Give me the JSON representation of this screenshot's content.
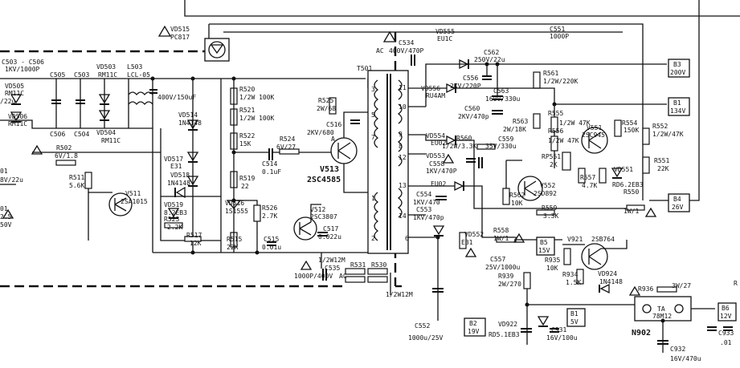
{
  "labels": {
    "c503": "C503 - C506",
    "c503v": "1KV/1000P",
    "vd505": "VD505",
    "rm11c_a": "RM11C",
    "vd506": "VD506",
    "rm11c_b": "RM11C",
    "c505": "C505",
    "c503b": "C503",
    "vd503": "VD503",
    "rm11c_c": "RM11C",
    "l503": "L503",
    "lcl05": "LCL-05",
    "c506": "C506",
    "c504": "C504",
    "vd504": "VD504",
    "rm11c_d": "RM11C",
    "cap400": "400V/150uF",
    "u22": "/22u",
    "r502": "R502",
    "r502v": "6V/1.8",
    "vd515": "VD515",
    "pc817": "PC817",
    "vd514": "VD514",
    "vd514v": "1N4148",
    "vd517": "VD517",
    "vd517v": "E31",
    "vd518": "VD518",
    "vd518v": "1N4148",
    "vd519": "VD519",
    "vd519v": "8.2EB3",
    "r523": "R523",
    "r523v": "2.2K",
    "r517": "R517",
    "r517v": "12K",
    "r511": "R511",
    "r511v": "5.6K",
    "v511": "V511",
    "v511v": "2SA1015",
    "r520": "R520",
    "r520v": "1/2W 100K",
    "r521": "R521",
    "r521v": "1/2W 100K",
    "r522": "R522",
    "r522v": "15K",
    "r519": "R519",
    "r519v": "22",
    "vd516": "VD516",
    "vd516v": "1S1555",
    "r526": "R526",
    "r526v": "2.7K",
    "r515": "R515",
    "r515v": "22K",
    "c515": "C515",
    "c515v": "0.01u",
    "c514": "C514",
    "c514v": "0.1uF",
    "r524": "R524",
    "r524v": "6V/27",
    "r525": "R525",
    "r525v": "2W/68",
    "c516": "C516",
    "c516v": "2KV/680",
    "v513": "V513",
    "v513v": "2SC4585",
    "v512": "V512",
    "v512v": "2SC3807",
    "c517": "C517",
    "c517v": "0.022u",
    "r12w": "1/2W12M",
    "c535": "C535",
    "c535v": "1000P/400V",
    "r531": "R531",
    "r530": "R530",
    "ac1": "AC",
    "r12w2": "1/2W12M",
    "c534": "C534",
    "c534v": "400V/470P",
    "ac2": "AC",
    "t501": "T501",
    "p11": "11",
    "p10": "10",
    "p9": "9",
    "p8": "8",
    "p12": "12",
    "p13": "13",
    "p14": "14",
    "p3": "3",
    "p5": "5",
    "p7": "7",
    "p1": "1",
    "p2": "2",
    "p6": "6",
    "vd555": "VD555",
    "eu1c": "EU1C",
    "vd556": "VD556",
    "ru4am": "RU4AM",
    "c556": "C556",
    "c556v": "2KV/220P",
    "c562": "C562",
    "c562v": "250V/22u",
    "c563": "C563",
    "c563v": "160V/330u",
    "r561": "R561",
    "r561v": "1/2W/220K",
    "c560": "C560",
    "c560v": "2KV/470p",
    "r563": "R563",
    "r563v": "2W/18K",
    "vd554": "VD554",
    "eu02a": "EU02",
    "c558": "C558",
    "c558v": "1KV/470P",
    "r560": "R560",
    "r560v": "1/2W/3.3K",
    "c559": "C559",
    "c559v": "35V/330u",
    "vd553": "VD553",
    "eu02b": "EU02",
    "c554": "C554",
    "c554v": "1KV/470",
    "c553": "C553",
    "c553v": "1KV/470p",
    "c551": "C551",
    "c551v": "1000P",
    "r555": "R555",
    "r555v": "1/2W 47K",
    "r556": "R556",
    "r556v": "1/2W 47K",
    "v551": "V551",
    "v551v": "2SC945",
    "r554": "R554",
    "r554v": "150K",
    "r552": "R552",
    "r552v": "1/2W/47K",
    "r551": "R551",
    "r551v": "22K",
    "rp551": "RP551",
    "rp551v": "2K",
    "r557": "R557",
    "r557v": "4.7K",
    "vd551": "VD551",
    "vd551v": "RD6.2EB3",
    "v552": "V552",
    "v552v": "2SD892",
    "r562": "R562",
    "r562v": "10K",
    "r559": "R559",
    "r559v": "3.3K",
    "r550": "R550",
    "r550v": "1W/1",
    "r558": "R558",
    "r558v": "1W/1",
    "vd552": "VD552",
    "vd552v": "E31",
    "c557": "C557",
    "c557v": "25V/1000u",
    "r939": "R939",
    "r939v": "2W/270",
    "c552": "C552",
    "c552v": "1000u/25V",
    "vd922": "VD922",
    "vd922v": "RD5.1EB3",
    "c931": "C931",
    "c931v": "16V/100u",
    "v921": "V921",
    "v921v": "2SB764",
    "r935": "R935",
    "r935v": "10K",
    "r934": "R934",
    "r934v": "1.5K",
    "vd924": "VD924",
    "vd924v": "1N4148",
    "r936": "R936",
    "r936v": "3W/27",
    "ta": "TA",
    "ta_part": "78M12",
    "n902": "N902",
    "c932": "C932",
    "c932v": "16V/470u",
    "c933": "C933",
    "c933v": ".01",
    "e01": "01",
    "e02": "8V/22u",
    "e03": "01",
    "e04": "2.5",
    "e05": "50V",
    "r_right": "R"
  },
  "terminals": {
    "b3": "B3",
    "b3v": "200V",
    "b1": "B1",
    "b1v": "134V",
    "b4": "B4",
    "b4v": "26V",
    "b5": "B5",
    "b5v": "15V",
    "b2": "B2",
    "b2v": "19V",
    "b1b": "B1",
    "b1bv": "5V",
    "b6": "B6",
    "b6v": "12V"
  },
  "node_labels": {
    "a": "A"
  }
}
